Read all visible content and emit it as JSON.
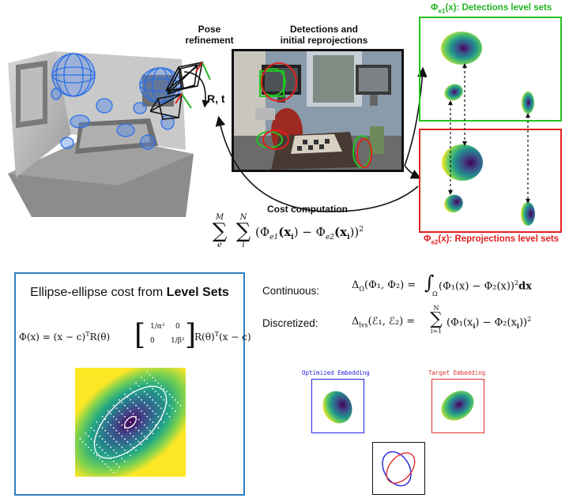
{
  "pose_refinement_title": "Pose\nrefinement",
  "rt_label": "R, t",
  "detections_title": "Detections and\ninitial reprojections",
  "cost_title": "Cost computation",
  "cost_formula": {
    "sum_outer_top": "M",
    "sum_outer_bottom": "e",
    "sum_inner_top": "N",
    "sum_inner_bottom": "i",
    "body": "(Φ",
    "sub1": "e1",
    "mid": "(x",
    "sub_i": "i",
    "minus": ") − Φ",
    "sub2": "e2",
    "end": "(x",
    "close": "))",
    "power": "2"
  },
  "detections_level_sets": {
    "phi": "Φ",
    "sub": "e1",
    "text": "(x): Detections level sets"
  },
  "reprojections_level_sets": {
    "phi": "Φ",
    "sub": "e2",
    "text": "(x): Reprojections level sets"
  },
  "level_sets_box": {
    "title_plain": "Ellipse-ellipse cost from ",
    "title_bold": "Level Sets",
    "formula_left": "Φ(x) = (x − c)",
    "formula_T1": "T",
    "formula_R": "R(θ)",
    "matrix": [
      "1/α²",
      "0",
      "0",
      "1/β²"
    ],
    "formula_right": "R(θ)",
    "formula_T2": "T",
    "formula_end": "(x − c)"
  },
  "continuous": {
    "label": "Continuous:",
    "lhs": "Δ",
    "lhs_sub": "Ω",
    "lhs_args": "(Φ₁, Φ₂) =",
    "integral_sub": "Ω",
    "rhs": "(Φ₁(x) − Φ₂(x))",
    "rhs_pow": "2",
    "dx": "dx"
  },
  "discretized": {
    "label": "Discretized:",
    "lhs": "Δ",
    "lhs_sub": "lvs",
    "lhs_args": "(ℰ₁, ℰ₂) =",
    "sum_top": "N",
    "sum_bottom": "i=1",
    "rhs": "(Φ₁(x",
    "rhs_sub": "i",
    "rhs_mid": ") − Φ₂(x",
    "rhs_end": "))",
    "rhs_pow": "2"
  },
  "optimized_embedding": "Optimized Embedding",
  "target_embedding": "Target Embedding",
  "colors": {
    "green": "#22b422",
    "red": "#e02020",
    "blue_box": "#2f7fc0",
    "embed_blue": "#2222dd",
    "embed_red": "#e03030"
  }
}
